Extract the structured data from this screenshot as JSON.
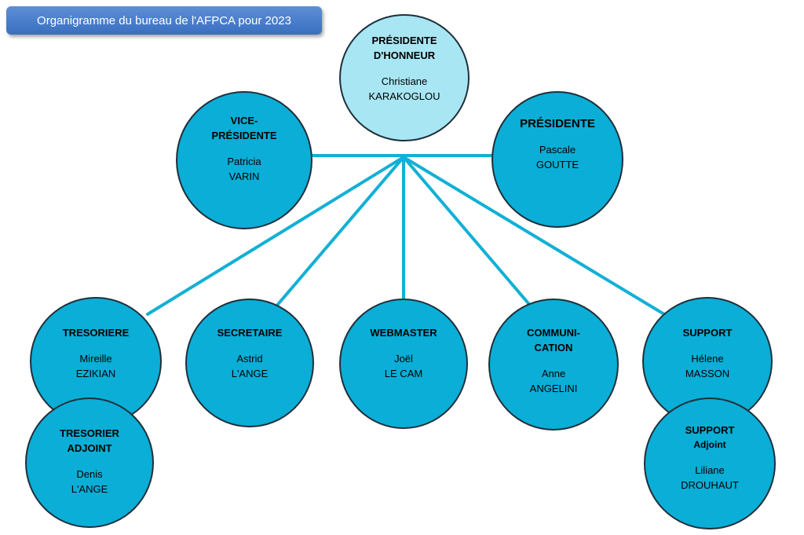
{
  "title": "Organigramme du bureau de l'AFPCA pour 2023",
  "colors": {
    "node_fill": "#0aaed6",
    "honor_fill": "#a8e6f3",
    "line": "#12b0d5",
    "title_bg": "#4a7fcb"
  },
  "nodes": {
    "honorary": {
      "role": "PRÉSIDENTE\nD'HONNEUR",
      "name": "Christiane\nKARAKOGLOU"
    },
    "vice_president": {
      "role": "VICE-\nPRÉSIDENTE",
      "name": "Patricia\nVARIN"
    },
    "president": {
      "role": "PRÉSIDENTE",
      "name": "Pascale\nGOUTTE"
    },
    "treasurer": {
      "role": "TRESORIERE",
      "name": "Mireille\nEZIKIAN"
    },
    "secretary": {
      "role": "SECRETAIRE",
      "name": "Astrid\nL'ANGE"
    },
    "webmaster": {
      "role": "WEBMASTER",
      "name": "Joël\nLE CAM"
    },
    "communication": {
      "role": "COMMUNI-\nCATION",
      "name": "Anne\nANGELINI"
    },
    "support": {
      "role": "SUPPORT",
      "name": "Hélene\nMASSON"
    },
    "treasurer_deputy": {
      "role": "TRESORIER\nADJOINT",
      "name": "Denis\nL'ANGE"
    },
    "support_deputy": {
      "role": "SUPPORT",
      "sub": "Adjoint",
      "name": "Liliane\nDROUHAUT"
    }
  }
}
